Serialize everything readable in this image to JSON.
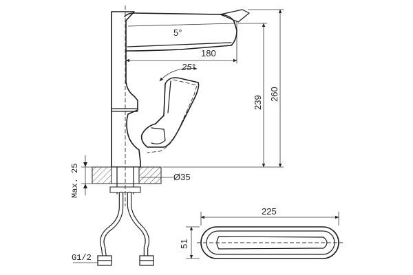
{
  "drawing": {
    "colors": {
      "ink": "#1a1a1a",
      "background": "#ffffff"
    },
    "labels": {
      "spout_angle": "5°",
      "reach": "180",
      "handle_angle": "25°",
      "spout_height": "239",
      "total_height": "260",
      "max_counter": "Max. 25",
      "hole_diameter": "Ø35",
      "connection": "G1/2",
      "top_length": "225",
      "top_width": "51"
    }
  }
}
